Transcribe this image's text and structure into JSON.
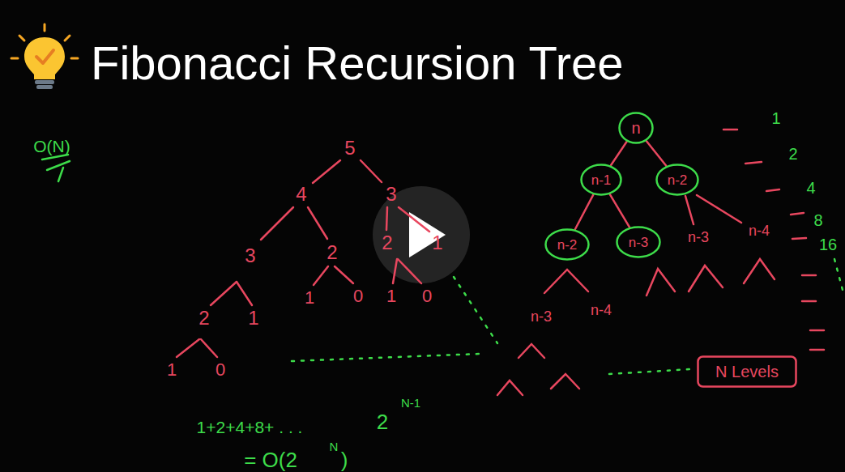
{
  "diagram": {
    "title": "Fibonacci Recursion Tree",
    "nodes": [
      {
        "text": [
          "n"
        ]
      },
      {
        "text": [
          "n-1"
        ]
      },
      {
        "text": [
          "n-2"
        ]
      },
      {
        "text": [
          "n-2"
        ]
      },
      {
        "text": [
          "n-3"
        ]
      },
      {
        "text": [
          "N Levels"
        ]
      }
    ],
    "edges": [
      {
        "from": 0,
        "to": 1,
        "arrow": "none"
      },
      {
        "from": 0,
        "to": 2,
        "arrow": "none"
      },
      {
        "from": 1,
        "to": 3,
        "arrow": "none"
      },
      {
        "from": 1,
        "to": 4,
        "arrow": "none"
      }
    ],
    "labels": [
      "O(N)",
      "5",
      "4",
      "3",
      "3",
      "2",
      "2",
      "1",
      "2",
      "1",
      "1",
      "0",
      "1",
      "0",
      "1",
      "0",
      "n-3",
      "n-4",
      "n-3",
      "n-4",
      "1",
      "2",
      "4",
      "8",
      "16",
      "1+2+4+8+ . . .",
      "2",
      "N-1",
      "= O(2",
      "N",
      ")"
    ]
  }
}
